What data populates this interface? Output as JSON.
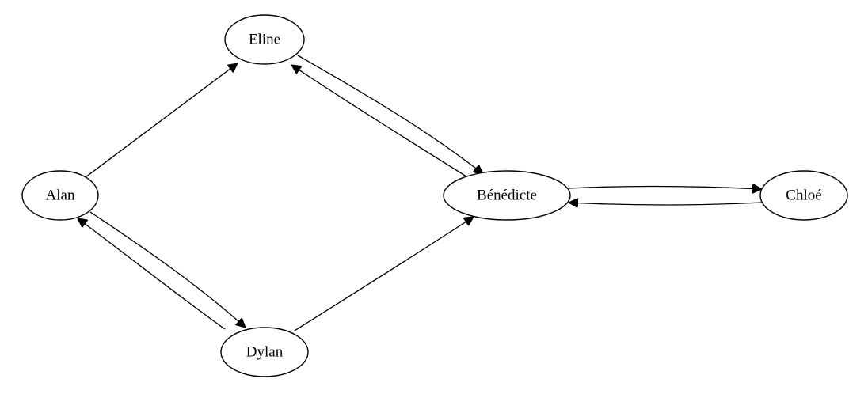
{
  "graph": {
    "nodes": [
      {
        "id": "eline",
        "label": "Eline"
      },
      {
        "id": "alan",
        "label": "Alan"
      },
      {
        "id": "benedicte",
        "label": "Bénédicte"
      },
      {
        "id": "chloe",
        "label": "Chloé"
      },
      {
        "id": "dylan",
        "label": "Dylan"
      }
    ],
    "edges": [
      {
        "from": "alan",
        "to": "eline"
      },
      {
        "from": "eline",
        "to": "benedicte"
      },
      {
        "from": "benedicte",
        "to": "eline"
      },
      {
        "from": "benedicte",
        "to": "chloe"
      },
      {
        "from": "chloe",
        "to": "benedicte"
      },
      {
        "from": "alan",
        "to": "dylan"
      },
      {
        "from": "dylan",
        "to": "alan"
      },
      {
        "from": "dylan",
        "to": "benedicte"
      }
    ]
  }
}
